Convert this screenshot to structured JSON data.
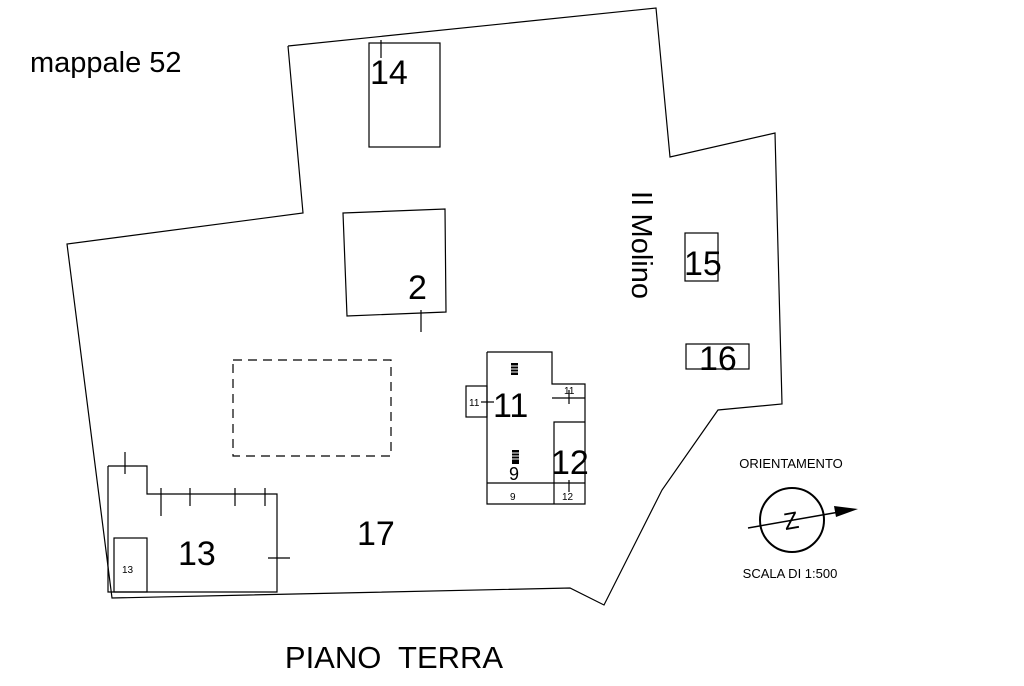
{
  "parcel_label": "mappale 52",
  "locality": "Il Molino",
  "units": {
    "u14": "14",
    "u2": "2",
    "u15": "15",
    "u16": "16",
    "u11": "11",
    "u11_small_left": "11",
    "u11_small_right": "11",
    "u12": "12",
    "u12_small": "12",
    "u9": "9",
    "u9_small": "9",
    "u13": "13",
    "u13_small": "13",
    "u17": "17"
  },
  "orientation": {
    "label": "ORIENTAMENTO",
    "symbol": "Z",
    "scale": "SCALA DI 1:500"
  },
  "floor_title": "PIANO  TERRA"
}
